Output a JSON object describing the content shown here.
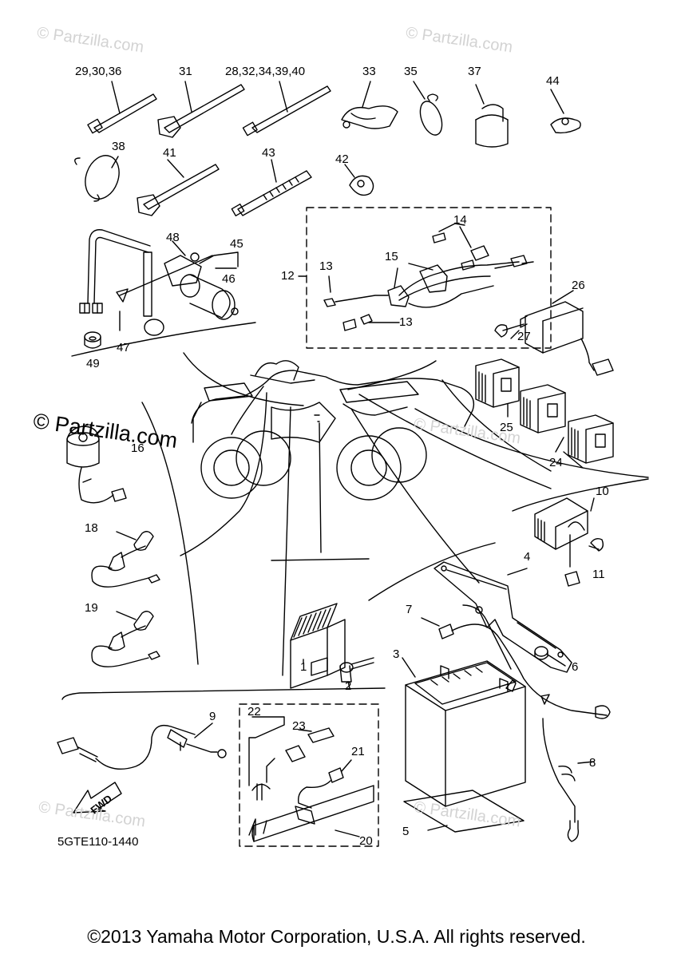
{
  "watermark": {
    "text": "© Partzilla.com",
    "large_text": "© Partzilla.com"
  },
  "diagram_code": "5GTE110-1440",
  "fwd_label": "FWD",
  "copyright": "©2013 Yamaha Motor Corporation, U.S.A. All rights reserved.",
  "callouts": {
    "c1": "29,30,36",
    "c2": "31",
    "c3": "28,32,34,39,40",
    "c4": "33",
    "c5": "35",
    "c6": "37",
    "c7": "44",
    "c8": "38",
    "c9": "41",
    "c10": "43",
    "c11": "42",
    "c12": "14",
    "c13": "48",
    "c14": "45",
    "c15": "46",
    "c16": "47",
    "c17": "49",
    "c18": "12",
    "c19": "13",
    "c20": "15",
    "c21": "13",
    "c22": "26",
    "c23": "27",
    "c24": "25",
    "c25": "24",
    "c26": "16",
    "c27": "18",
    "c28": "19",
    "c29": "10",
    "c30": "11",
    "c31": "4",
    "c32": "7",
    "c33": "6",
    "c34": "3",
    "c35": "1",
    "c36": "2",
    "c37": "9",
    "c38": "22",
    "c39": "23",
    "c40": "21",
    "c41": "8",
    "c42": "5",
    "c43": "20"
  }
}
